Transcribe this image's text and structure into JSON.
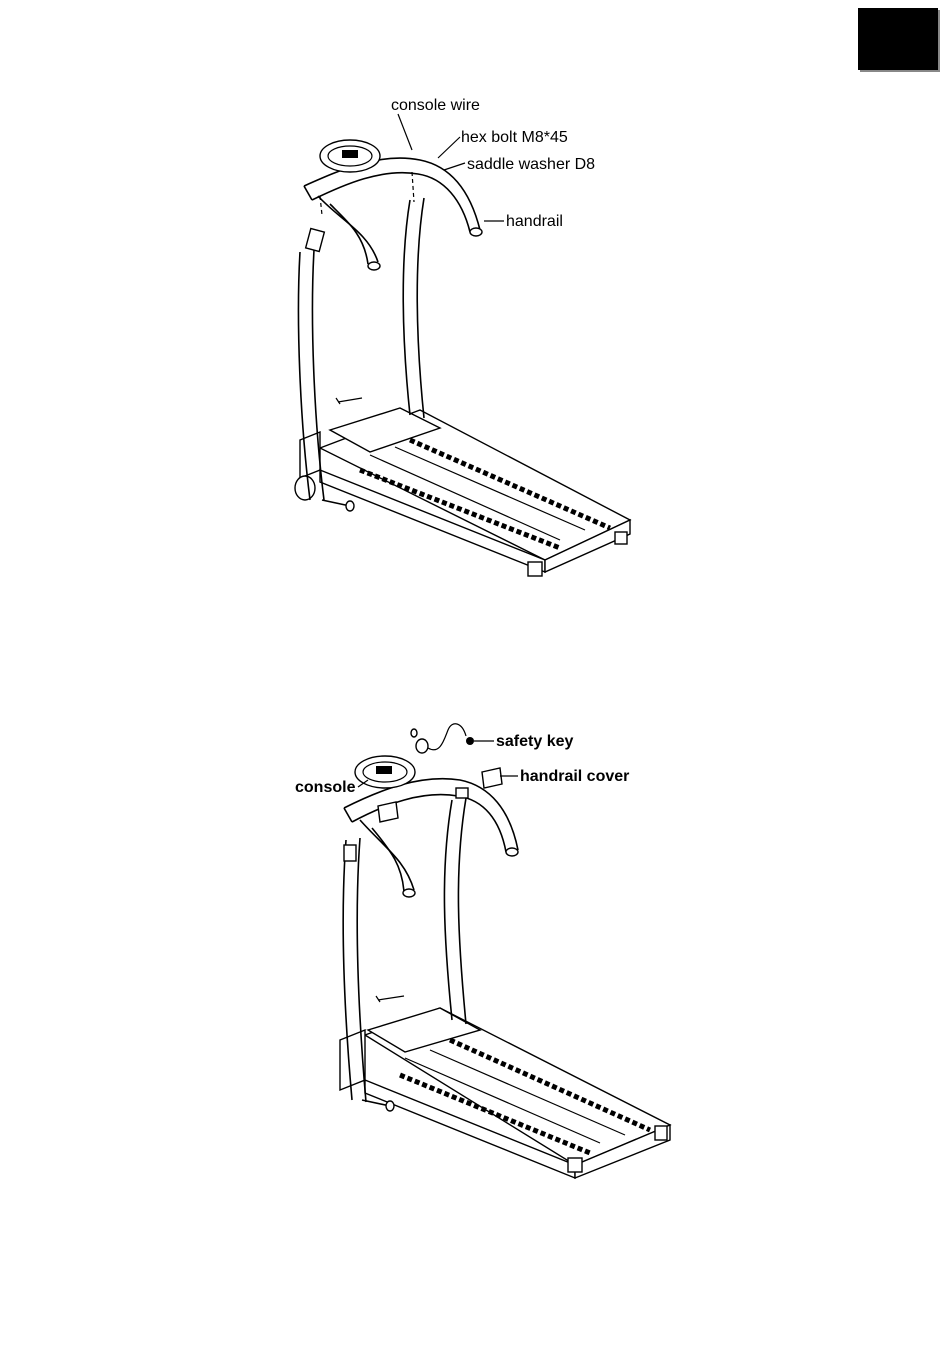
{
  "figure1": {
    "labels": {
      "console_wire": "console wire",
      "hex_bolt": "hex bolt M8*45",
      "saddle_washer": "saddle washer D8",
      "handrail": "handrail"
    }
  },
  "figure2": {
    "labels": {
      "safety_key": "safety key",
      "console": "console",
      "handrail_cover": "handrail cover"
    }
  }
}
